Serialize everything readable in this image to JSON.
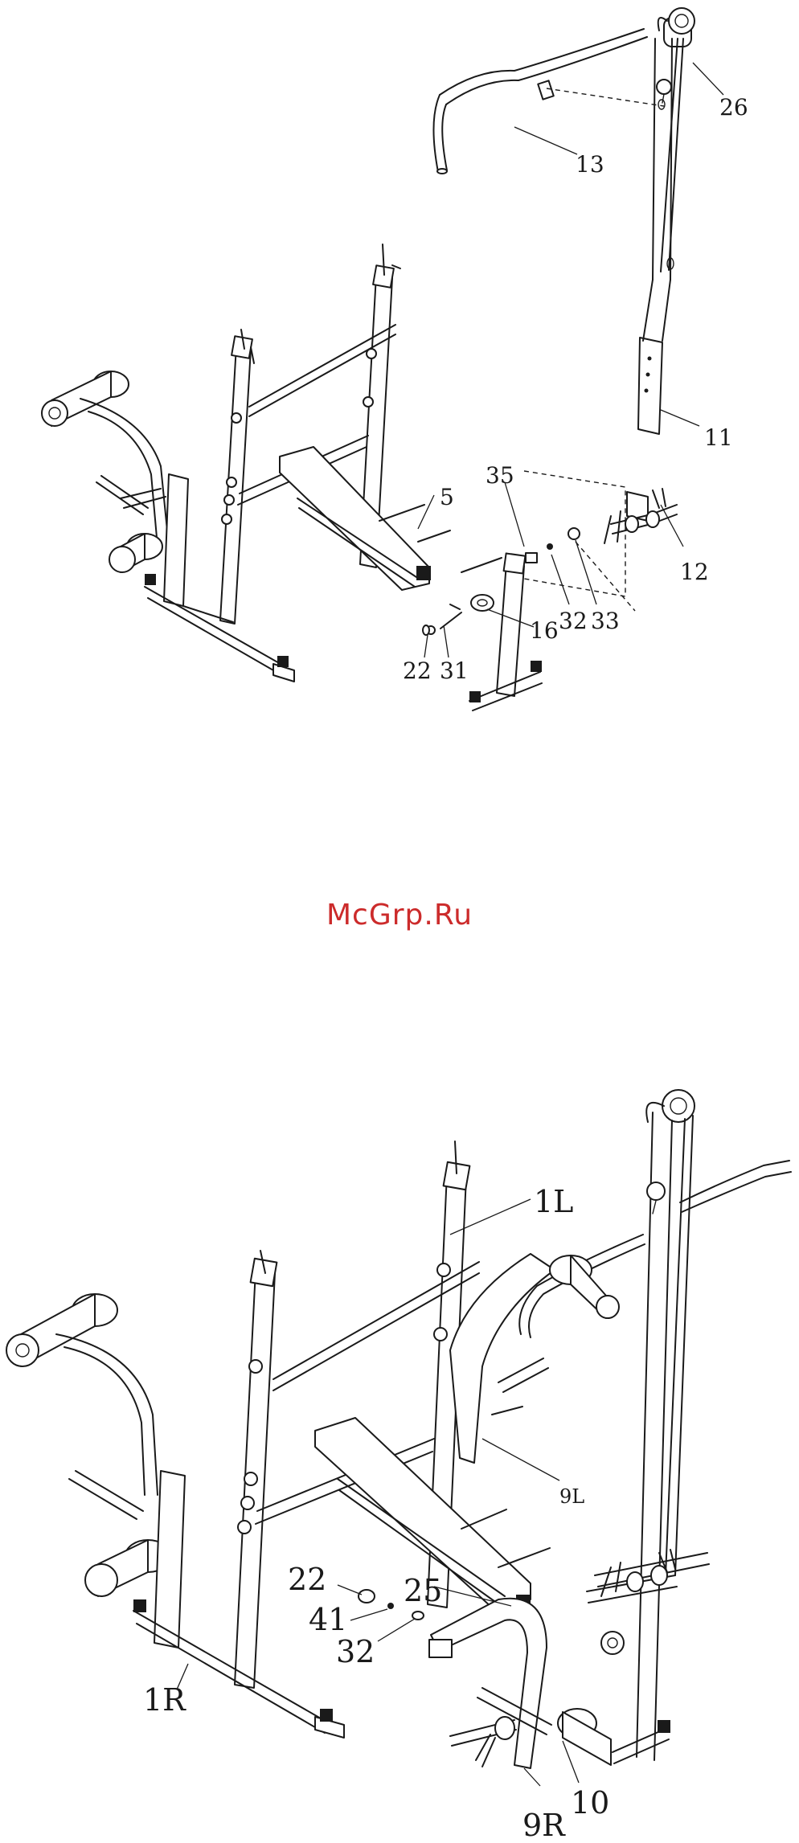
{
  "watermark": {
    "text": "McGrp.Ru",
    "color": "#cc2b2b"
  },
  "diagram_top": {
    "callouts": [
      "26",
      "13",
      "11",
      "35",
      "5",
      "12",
      "16",
      "32",
      "33",
      "22",
      "31"
    ]
  },
  "diagram_bottom": {
    "callouts": [
      "1L",
      "9L",
      "22",
      "25",
      "41",
      "32",
      "1R",
      "9R",
      "10"
    ]
  }
}
